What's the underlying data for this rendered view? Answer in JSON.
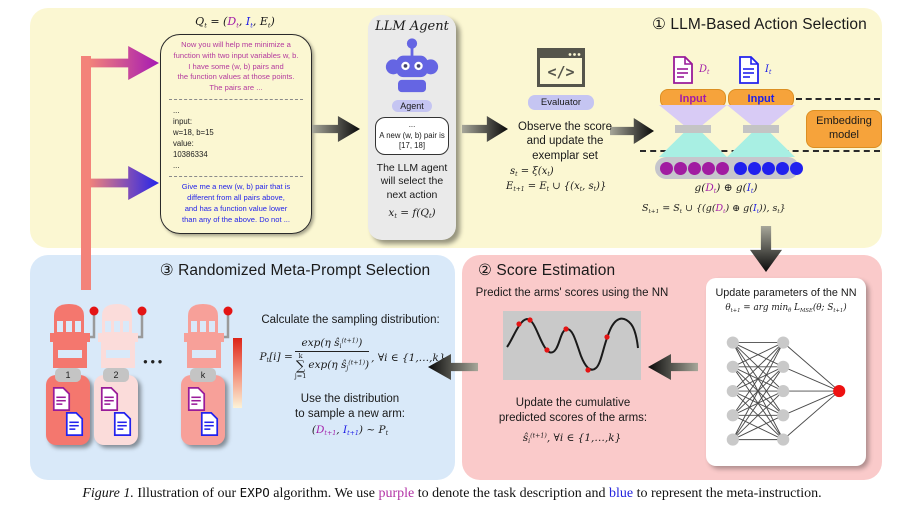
{
  "colors": {
    "purple": "#A21CA8",
    "blue": "#2121E6",
    "promptPurple": "#B43A9E",
    "promptBlue": "#2525EA",
    "captionPurple": "#B333A6",
    "captionBlue": "#2222DD",
    "salmon": "#F3837A",
    "orange": "#F6A33B",
    "accentRed": "#E41414",
    "yellowPanel": "#FBF7D2",
    "bluePanel": "#D9E9F9",
    "pinkPanel": "#FACACA"
  },
  "yellow_panel": {
    "q_formula": [
      {
        "t": "Q"
      },
      {
        "t": "t",
        "s": "sub"
      },
      {
        "t": " = ("
      },
      {
        "t": "D",
        "c": "purple"
      },
      {
        "t": "t",
        "s": "sub",
        "c": "purple"
      },
      {
        "t": ", "
      },
      {
        "t": "I",
        "c": "blue"
      },
      {
        "t": "t",
        "s": "sub",
        "c": "blue"
      },
      {
        "t": ", "
      },
      {
        "t": "E"
      },
      {
        "t": "t",
        "s": "sub"
      },
      {
        "t": ")"
      }
    ],
    "prompt_box": {
      "task_text": "Now you will help me minimize a\nfunction with two input variables w, b.\nI have some (w, b) pairs and\nthe function values at those points.\nThe pairs are ...",
      "exemplar_text": "...\ninput:\nw=18, b=15\nvalue:\n10386334\n...",
      "meta_text": "Give me a new (w, b) pair that is\ndifferent from all pairs above,\nand has a function value lower\nthan any of the above. Do not ..."
    },
    "llm_agent": {
      "title": "LLM Agent",
      "agent_label": "Agent",
      "bubble_text": "...\nA new (w, b) pair is\n[17, 18]",
      "body_text": "The LLM agent\nwill select the\nnext action",
      "action_formula": [
        {
          "t": "x"
        },
        {
          "t": "t",
          "s": "sub"
        },
        {
          "t": " = f("
        },
        {
          "t": "Q"
        },
        {
          "t": "t",
          "s": "sub"
        },
        {
          "t": ")"
        }
      ]
    },
    "evaluator": {
      "label": "Evaluator",
      "observe_text": "Observe the score\nand update the\nexemplar set",
      "score_formula": [
        {
          "t": "s"
        },
        {
          "t": "t",
          "s": "sub"
        },
        {
          "t": " = ξ("
        },
        {
          "t": "x"
        },
        {
          "t": "t",
          "s": "sub"
        },
        {
          "t": ")"
        }
      ],
      "exemplar_formula": [
        {
          "t": "E"
        },
        {
          "t": "t+1",
          "s": "sub"
        },
        {
          "t": " = "
        },
        {
          "t": "E"
        },
        {
          "t": "t",
          "s": "sub"
        },
        {
          "t": " ∪ {("
        },
        {
          "t": "x"
        },
        {
          "t": "t",
          "s": "sub"
        },
        {
          "t": ", "
        },
        {
          "t": "s"
        },
        {
          "t": "t",
          "s": "sub"
        },
        {
          "t": ")}"
        }
      ]
    },
    "action_selection": {
      "title": "① LLM-Based Action Selection",
      "doc1_label": [
        {
          "t": "D",
          "c": "purple"
        },
        {
          "t": "t",
          "s": "sub",
          "c": "purple"
        }
      ],
      "doc2_label": [
        {
          "t": "I",
          "c": "blue"
        },
        {
          "t": "t",
          "s": "sub",
          "c": "blue"
        }
      ],
      "input1_label": "Input",
      "input2_label": "Input",
      "embedding_label": "Embedding\nmodel",
      "g_formula": [
        {
          "t": "g("
        },
        {
          "t": "D",
          "c": "purple"
        },
        {
          "t": "t",
          "s": "sub",
          "c": "purple"
        },
        {
          "t": ")  ⊕  g("
        },
        {
          "t": "I",
          "c": "blue"
        },
        {
          "t": "t",
          "s": "sub",
          "c": "blue"
        },
        {
          "t": ")"
        }
      ],
      "s_update_formula": [
        {
          "t": "S"
        },
        {
          "t": "t+1",
          "s": "sub"
        },
        {
          "t": " = "
        },
        {
          "t": "S"
        },
        {
          "t": "t",
          "s": "sub"
        },
        {
          "t": " ∪ {(g("
        },
        {
          "t": "D",
          "c": "purple"
        },
        {
          "t": "t",
          "s": "sub",
          "c": "purple"
        },
        {
          "t": ") ⊕ g("
        },
        {
          "t": "I",
          "c": "blue"
        },
        {
          "t": "t",
          "s": "sub",
          "c": "blue"
        },
        {
          "t": ")), "
        },
        {
          "t": "s"
        },
        {
          "t": "t",
          "s": "sub"
        },
        {
          "t": "}"
        }
      ]
    }
  },
  "score_panel": {
    "title": "② Score Estimation",
    "predict_text": "Predict the arms' scores using the NN",
    "update_text": "Update the cumulative\npredicted scores of the arms:",
    "cum_score_formula": [
      {
        "t": "ŝ"
      },
      {
        "t": "i",
        "s": "sub"
      },
      {
        "t": "(t+1)",
        "s": "sup"
      },
      {
        "t": ", ∀i ∈ {1,…,k}"
      }
    ],
    "nn_box": {
      "title": "Update parameters of the NN",
      "formula": [
        {
          "t": "θ"
        },
        {
          "t": "t+1",
          "s": "sub"
        },
        {
          "t": " = arg min"
        },
        {
          "t": "θ",
          "s": "sub"
        },
        {
          "t": " L"
        },
        {
          "t": "MSE",
          "s": "sub"
        },
        {
          "t": "(θ; "
        },
        {
          "t": "S"
        },
        {
          "t": "t+1",
          "s": "sub"
        },
        {
          "t": ")"
        }
      ]
    }
  },
  "meta_panel": {
    "title": "③ Randomized Meta-Prompt Selection",
    "arm_labels": [
      "1",
      "2",
      "k"
    ],
    "ellipsis": "●●●",
    "calc_text": "Calculate the sampling distribution:",
    "p_prefix": [
      {
        "t": "P"
      },
      {
        "t": "t",
        "s": "sub"
      },
      {
        "t": "[i] = "
      }
    ],
    "p_num": [
      {
        "t": "exp(η "
      },
      {
        "t": "ŝ"
      },
      {
        "t": "i",
        "s": "sub"
      },
      {
        "t": "(t+1)",
        "s": "sup"
      },
      {
        "t": ")"
      }
    ],
    "sigma_top": "k",
    "sigma": "∑",
    "sigma_bottom": "j=1",
    "p_den_rest": [
      {
        "t": "exp(η "
      },
      {
        "t": "ŝ"
      },
      {
        "t": "j",
        "s": "sub"
      },
      {
        "t": "(t+1)",
        "s": "sup"
      },
      {
        "t": ")"
      }
    ],
    "p_suffix": [
      {
        "t": ", ∀i ∈ {1,…,k}"
      }
    ],
    "use_text": "Use the distribution\nto sample a new arm:",
    "sample_formula": [
      {
        "t": "("
      },
      {
        "t": "D",
        "c": "purple"
      },
      {
        "t": "t+1",
        "s": "sub",
        "c": "purple"
      },
      {
        "t": ", "
      },
      {
        "t": "I",
        "c": "blue"
      },
      {
        "t": "t+1",
        "s": "sub",
        "c": "blue"
      },
      {
        "t": ") ~ "
      },
      {
        "t": "P"
      },
      {
        "t": "t",
        "s": "sub"
      }
    ]
  },
  "caption": [
    {
      "t": "Figure 1.",
      "s": "cap-italic"
    },
    {
      "t": "  Illustration of our "
    },
    {
      "t": "EXPO",
      "s": "cap-mono"
    },
    {
      "t": " algorithm. We use "
    },
    {
      "t": "purple",
      "c": "captionPurple"
    },
    {
      "t": " to denote the task description and "
    },
    {
      "t": "blue",
      "c": "captionBlue"
    },
    {
      "t": " to represent the meta-instruction."
    }
  ]
}
